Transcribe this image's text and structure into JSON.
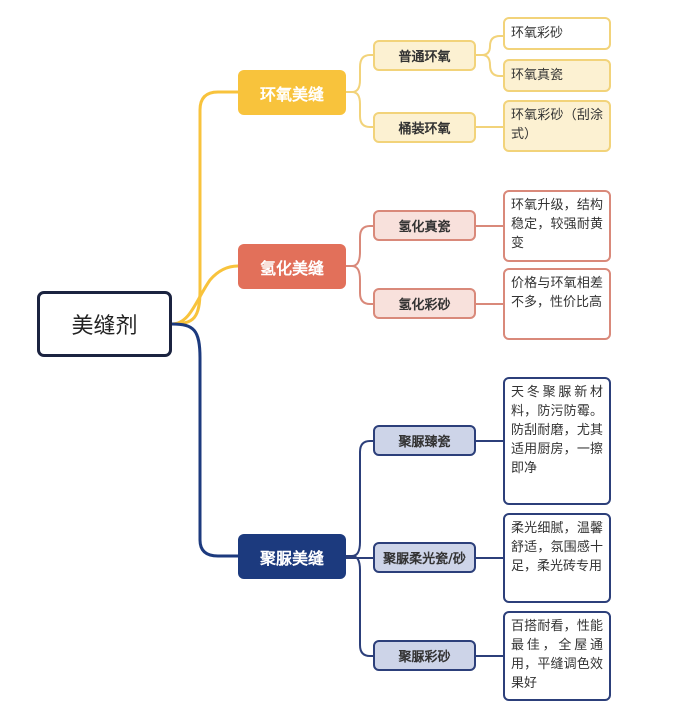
{
  "colors": {
    "epoxy_fill": "#f8c33c",
    "epoxy_sub_fill": "#fcf1d2",
    "epoxy_border": "#f2d37a",
    "hydro_fill": "#e2705a",
    "hydro_sub_fill": "#f8e1dc",
    "hydro_border": "#d9897a",
    "polyurea_fill": "#1c3a7e",
    "polyurea_sub_fill": "#cdd4e8",
    "polyurea_border": "#2c3f7a",
    "root_border": "#1b2340"
  },
  "root": {
    "label": "美缝剂"
  },
  "categories": [
    {
      "label": "环氧美缝",
      "subs": [
        {
          "label": "普通环氧",
          "leaves": [
            "环氧彩砂",
            "环氧真瓷"
          ]
        },
        {
          "label": "桶装环氧",
          "leaves": [
            "环氧彩砂（刮涂式）"
          ]
        }
      ]
    },
    {
      "label": "氢化美缝",
      "subs": [
        {
          "label": "氢化真瓷",
          "leaves": [
            "环氧升级，结构稳定，较强耐黄变"
          ]
        },
        {
          "label": "氢化彩砂",
          "leaves": [
            "价格与环氧相差不多，性价比高"
          ]
        }
      ]
    },
    {
      "label": "聚脲美缝",
      "subs": [
        {
          "label": "聚脲臻瓷",
          "leaves": [
            "天冬聚脲新材料，防污防霉。防刮耐磨，尤其适用厨房，一擦即净"
          ]
        },
        {
          "label": "聚脲柔光瓷/砂",
          "leaves": [
            "柔光细腻，温馨舒适，氛围感十足，柔光砖专用"
          ]
        },
        {
          "label": "聚脲彩砂",
          "leaves": [
            "百搭耐看，性能最佳，全屋通用，平缝调色效果好"
          ]
        }
      ]
    }
  ]
}
